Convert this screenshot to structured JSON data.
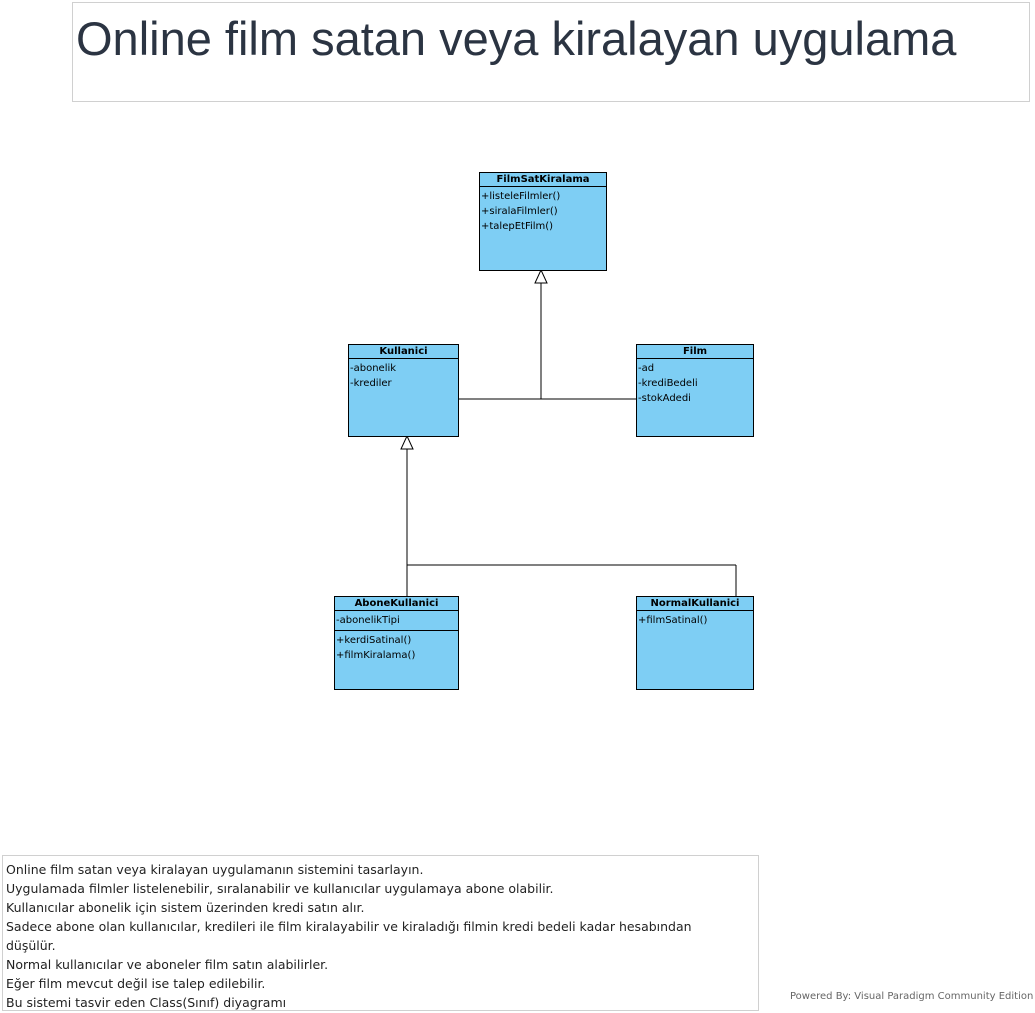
{
  "title": "Online film satan veya kiralayan uygulama",
  "classes": {
    "film_sat_kiralama": {
      "name": "FilmSatKiralama",
      "attributes": [],
      "operations": [
        "+listeleFilmler()",
        "+siralaFilmler()",
        "+talepEtFilm()"
      ]
    },
    "kullanici": {
      "name": "Kullanici",
      "attributes": [
        "-abonelik",
        "-krediler"
      ],
      "operations": []
    },
    "film": {
      "name": "Film",
      "attributes": [
        "-ad",
        "-krediBedeli",
        "-stokAdedi"
      ],
      "operations": []
    },
    "abone_kullanici": {
      "name": "AboneKullanici",
      "attributes": [
        "-abonelikTipi"
      ],
      "operations": [
        "+kerdiSatinal()",
        "+filmKiralama()"
      ]
    },
    "normal_kullanici": {
      "name": "NormalKullanici",
      "attributes": [],
      "operations": [
        "+filmSatinal()"
      ]
    }
  },
  "description": [
    "Online film satan veya kiralayan uygulamanın sistemini tasarlayın.",
    "Uygulamada filmler listelenebilir, sıralanabilir ve kullanıcılar uygulamaya abone olabilir.",
    "Kullanıcılar abonelik için sistem üzerinden kredi satın alır.",
    "Sadece abone olan kullanıcılar, kredileri ile film kiralayabilir ve kiraladığı filmin kredi bedeli kadar hesabından",
    "düşülür.",
    "Normal kullanıcılar ve aboneler film satın alabilirler.",
    "Eğer film mevcut değil ise talep edilebilir.",
    "Bu sistemi tasvir eden Class(Sınıf) diyagramı"
  ],
  "footer": {
    "powered_by": "Powered By: Visual Paradigm Community Edition"
  },
  "colors": {
    "class_fill": "#7ecef4",
    "title_text": "#2b3442",
    "logo_red": "#d9262c"
  }
}
